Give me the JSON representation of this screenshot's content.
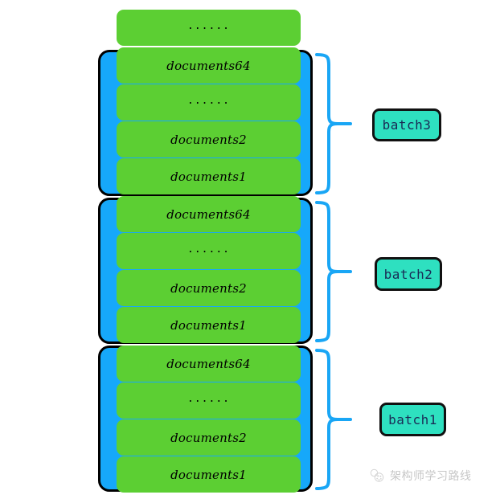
{
  "diagram": {
    "title_text": "",
    "colors": {
      "container_blue": "#16A8FA",
      "row_green": "#5CCF33",
      "label_turquoise": "#2EE0C0",
      "brace_blue": "#19A6F5",
      "border_black": "#000000",
      "label_text": "#1A2A55"
    },
    "ellipsis_glyph": "......",
    "top_row": {
      "label": "......",
      "is_ellipsis": true
    },
    "batches": [
      {
        "name": "batch3",
        "label": "batch3",
        "rows": [
          {
            "label": "documents64",
            "is_ellipsis": false
          },
          {
            "label": "......",
            "is_ellipsis": true
          },
          {
            "label": "documents2",
            "is_ellipsis": false
          },
          {
            "label": "documents1",
            "is_ellipsis": false
          }
        ]
      },
      {
        "name": "batch2",
        "label": "batch2",
        "rows": [
          {
            "label": "documents64",
            "is_ellipsis": false
          },
          {
            "label": "......",
            "is_ellipsis": true
          },
          {
            "label": "documents2",
            "is_ellipsis": false
          },
          {
            "label": "documents1",
            "is_ellipsis": false
          }
        ]
      },
      {
        "name": "batch1",
        "label": "batch1",
        "rows": [
          {
            "label": "documents64",
            "is_ellipsis": false
          },
          {
            "label": "......",
            "is_ellipsis": true
          },
          {
            "label": "documents2",
            "is_ellipsis": false
          },
          {
            "label": "documents1",
            "is_ellipsis": false
          }
        ]
      }
    ]
  },
  "watermark": {
    "text": "架构师学习路线",
    "logo_name": "paw-print-logo"
  }
}
